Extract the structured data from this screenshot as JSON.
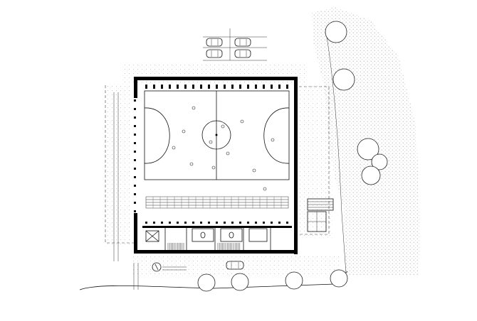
{
  "drawing": {
    "type": "architectural site plan",
    "elements": [
      "parking-area",
      "sports-hall",
      "futsal-court",
      "spectator-stands",
      "changing-rooms",
      "entrance-court",
      "planted-strip",
      "trees"
    ],
    "court": {
      "center_circle": true,
      "penalty_areas": 2
    },
    "parked_cars": 5,
    "trees": 9,
    "colors": {
      "line": "#111111",
      "hatch": "#9a9a9a",
      "background": "#ffffff"
    }
  }
}
